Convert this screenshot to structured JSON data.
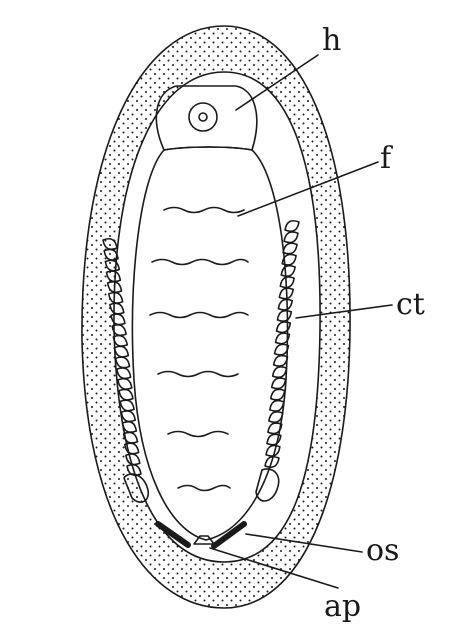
{
  "labels": {
    "h": "h",
    "f": "f",
    "ct": "ct",
    "os": "os",
    "ap": "ap"
  }
}
